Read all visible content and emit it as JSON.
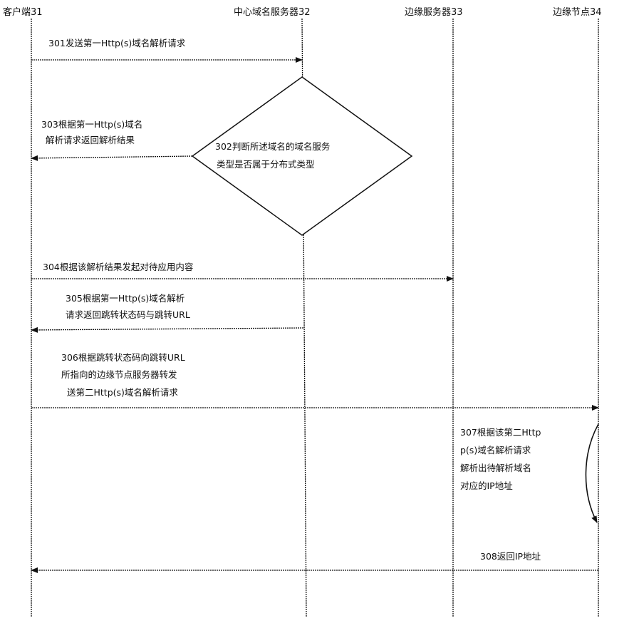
{
  "participants": {
    "client": "客户端31",
    "center_dns": "中心域名服务器32",
    "edge_dns": "边缘服务器33",
    "edge_node": "边缘节点34"
  },
  "steps": {
    "s301": "301发送第一Http(s)域名解析请求",
    "s302_line1": "302判断所述域名的域名服务",
    "s302_line2": "类型是否属于分布式类型",
    "s303_line1": "303根据第一Http(s)域名",
    "s303_line2": "解析请求返回解析结果",
    "s304": "304根据该解析结果发起对待应用内容",
    "s305_line1": "305根据第一Http(s)域名解析",
    "s305_line2": "请求返回跳转状态码与跳转URL",
    "s306_line1": "306根据跳转状态码向跳转URL",
    "s306_line2": "所指向的边缘节点服务器转发",
    "s306_line3": "送第二Http(s)域名解析请求",
    "s307_line1": "307根据该第二Http",
    "s307_line2": "p(s)域名解析请求",
    "s307_line3": "解析出待解析域名",
    "s307_line4": "对应的IP地址",
    "s308": "308返回IP地址"
  }
}
